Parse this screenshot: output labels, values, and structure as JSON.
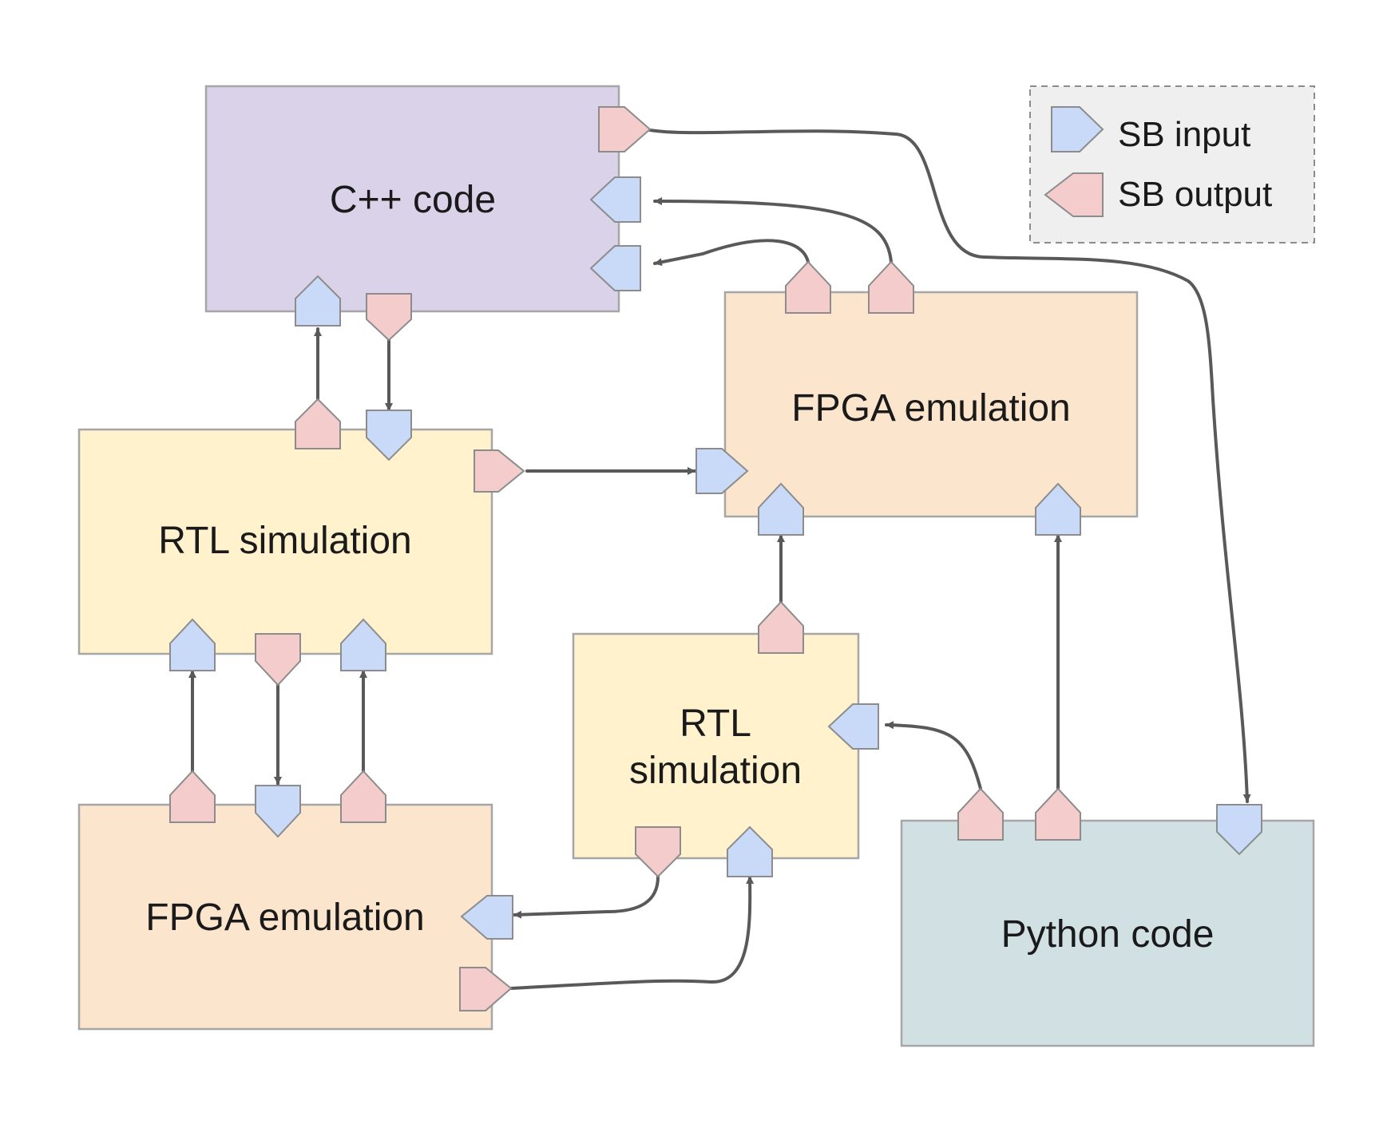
{
  "colors": {
    "sb_input": "#c9daf8",
    "sb_output": "#f4cccc",
    "cpp_block": "#d9d2e9",
    "fpga_block": "#fce5cd",
    "rtl_block": "#fff2cc",
    "python_block": "#d0e0e3",
    "legend_bg": "#efefef",
    "connector": "#595959",
    "border": "#a6a6a6"
  },
  "legend": {
    "input_label": "SB input",
    "output_label": "SB output"
  },
  "blocks": {
    "cpp": {
      "label": "C++ code"
    },
    "fpga_top": {
      "label": "FPGA emulation"
    },
    "rtl_left": {
      "label": "RTL simulation"
    },
    "rtl_center": {
      "line1": "RTL",
      "line2": "simulation"
    },
    "fpga_bottom": {
      "label": "FPGA emulation"
    },
    "python": {
      "label": "Python code"
    }
  }
}
